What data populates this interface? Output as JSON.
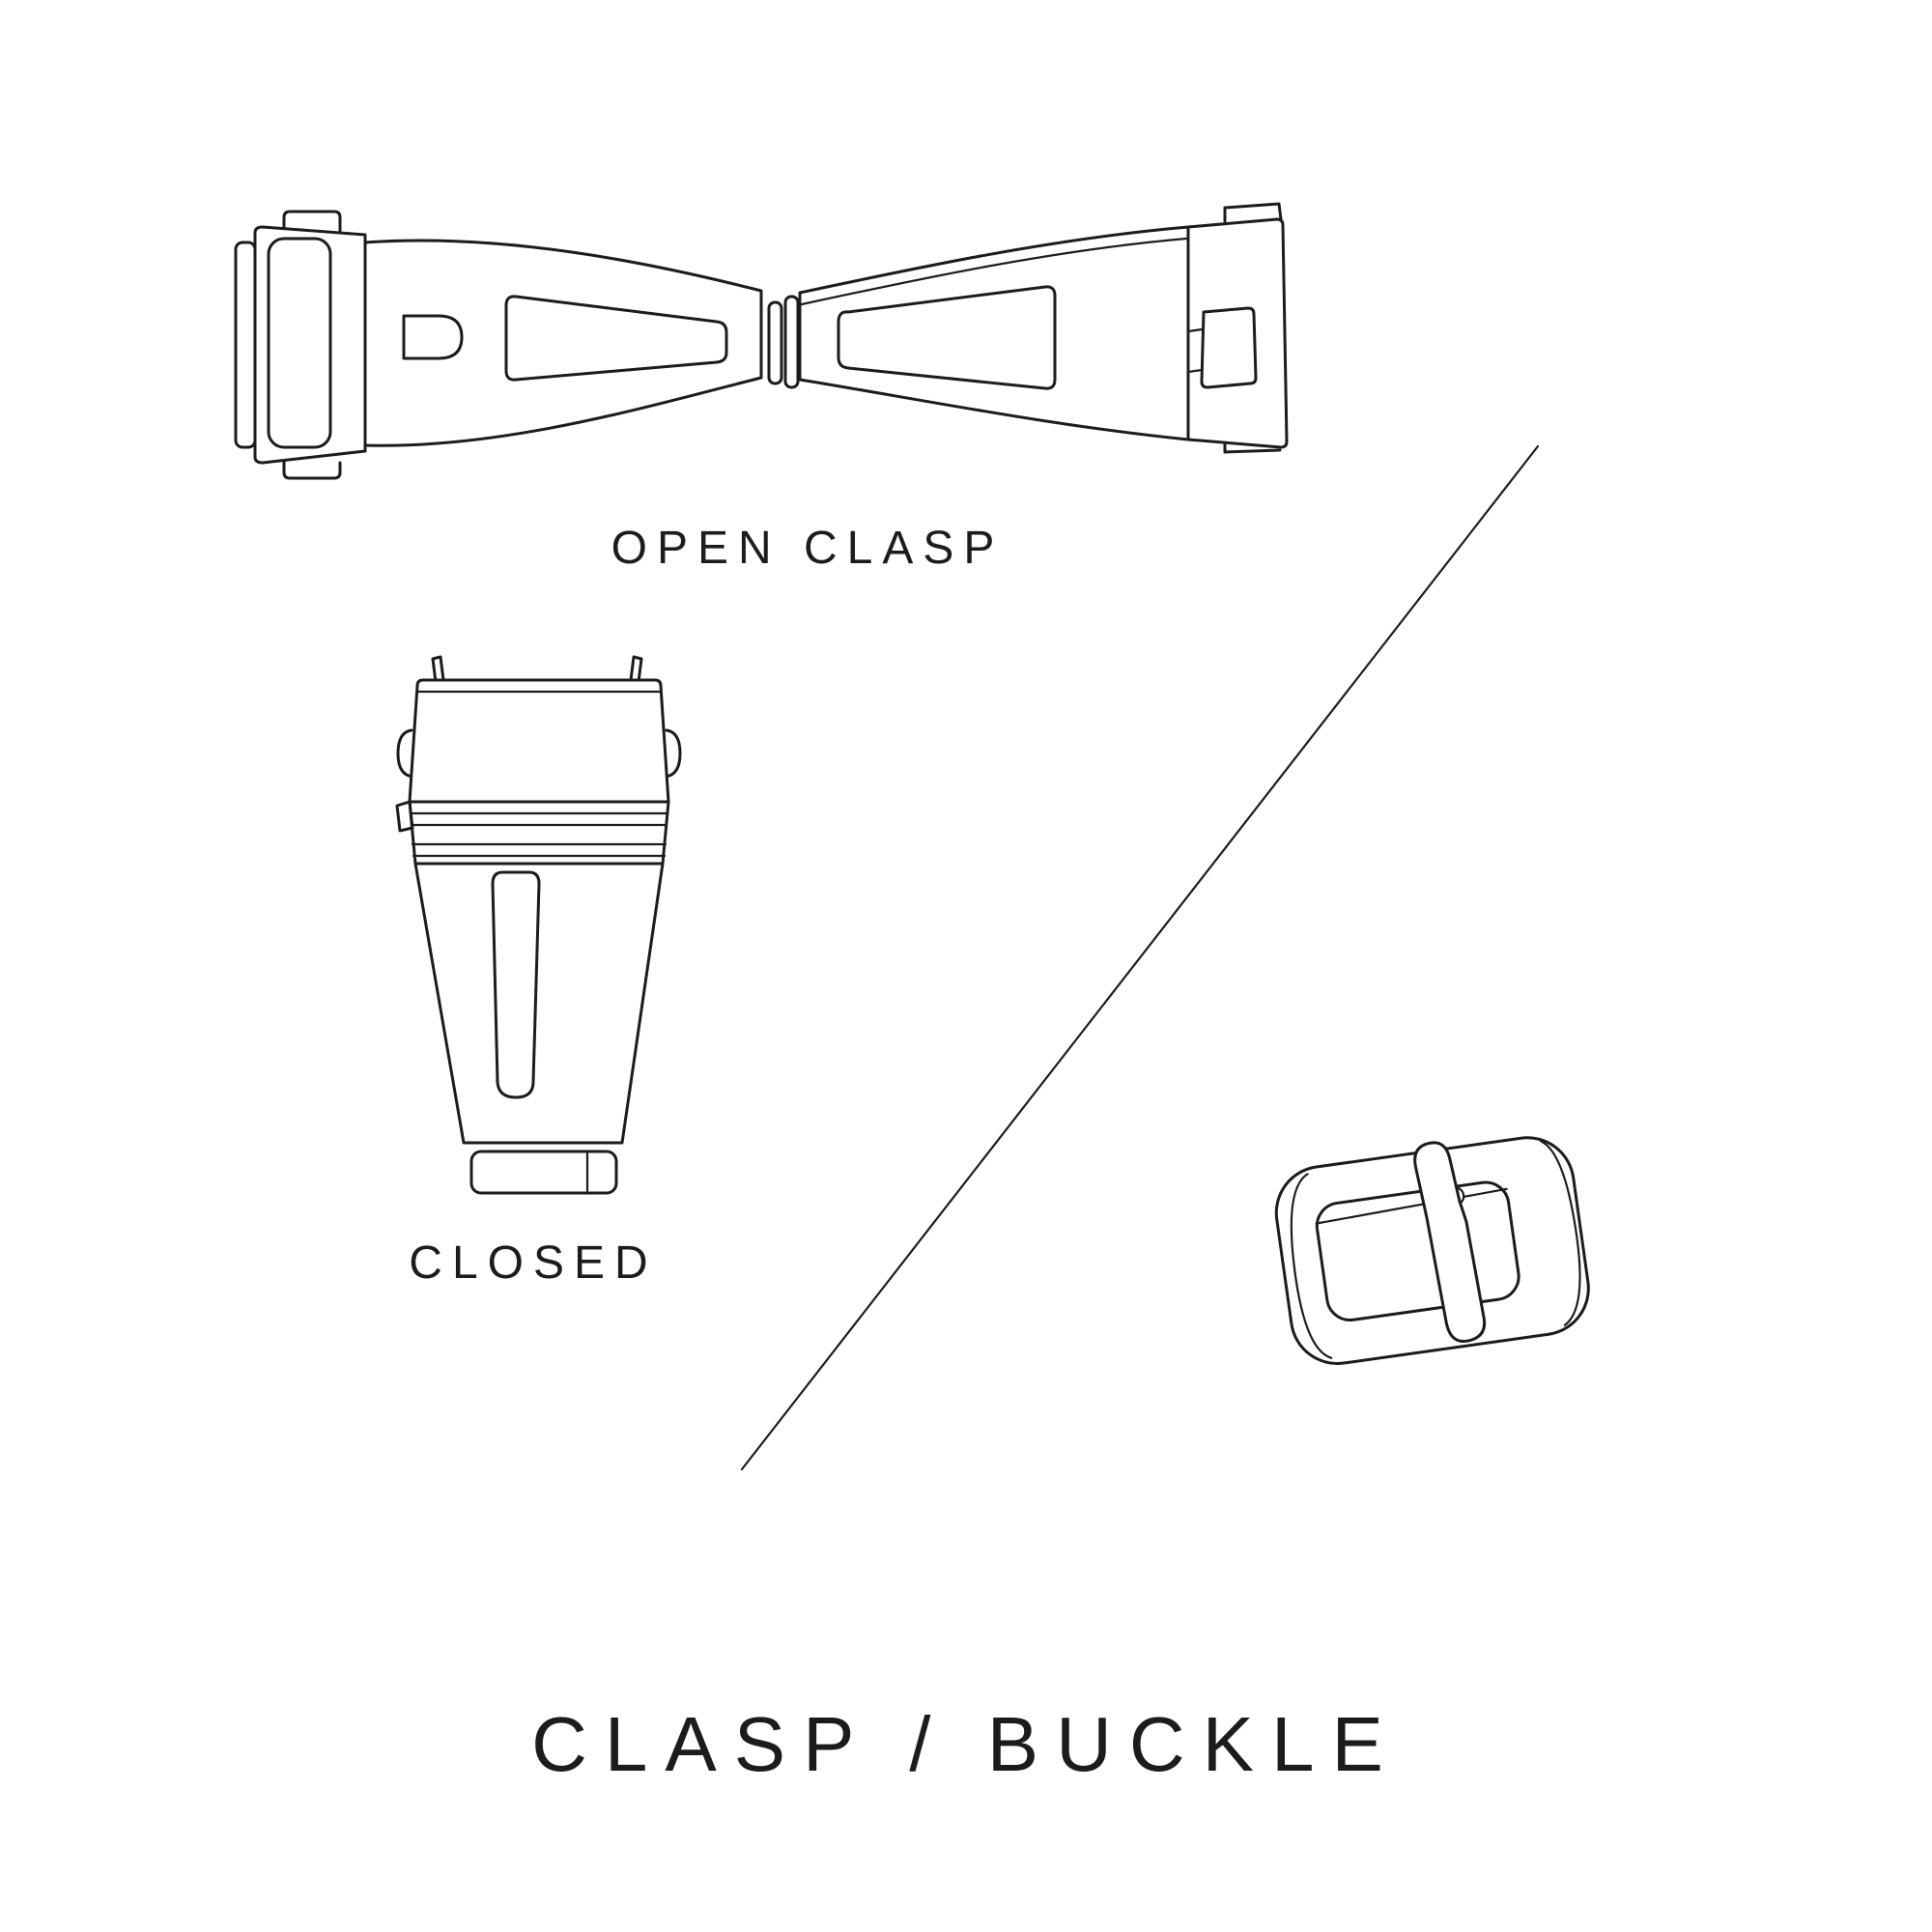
{
  "colors": {
    "ink": "#1c1c1c",
    "background": "#ffffff"
  },
  "labels": {
    "open_clasp": "OPEN CLASP",
    "closed": "CLOSED",
    "title": "CLASP / BUCKLE"
  },
  "illustrations": {
    "open_clasp": "open-deployant-clasp-line-drawing",
    "closed_clasp": "closed-clasp-top-view-line-drawing",
    "buckle": "tang-buckle-line-drawing",
    "divider": "diagonal-divider-line"
  }
}
